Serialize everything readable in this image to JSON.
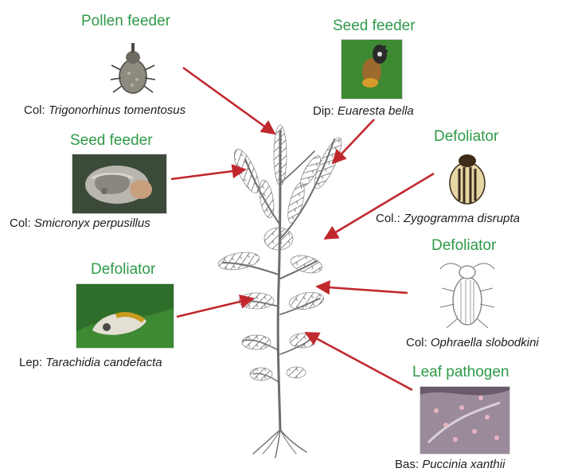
{
  "diagram": {
    "organisms": [
      {
        "id": "pollen",
        "role": "Pollen feeder",
        "order": "Col:",
        "species": "Trigonorhinus tomentosus"
      },
      {
        "id": "euaresta",
        "role": "Seed feeder",
        "order": "Dip:",
        "species": "Euaresta bella"
      },
      {
        "id": "smicronyx",
        "role": "Seed feeder",
        "order": "Col:",
        "species": "Smicronyx perpusillus"
      },
      {
        "id": "zygogramma",
        "role": "Defoliator",
        "order": "Col.:",
        "species": "Zygogramma disrupta"
      },
      {
        "id": "ophraella",
        "role": "Defoliator",
        "order": "Col:",
        "species": "Ophraella slobodkini"
      },
      {
        "id": "tarachidia",
        "role": "Defoliator",
        "order": "Lep:",
        "species": "Tarachidia candefacta"
      },
      {
        "id": "puccinia",
        "role": "Leaf pathogen",
        "order": "Bas:",
        "species": "Puccinia xanthii"
      }
    ],
    "colors": {
      "role_label": "#2f9a48",
      "arrow": "#c0282d",
      "plant_ink": "#6d6d6d",
      "caption_text": "#1e1e1e"
    }
  }
}
